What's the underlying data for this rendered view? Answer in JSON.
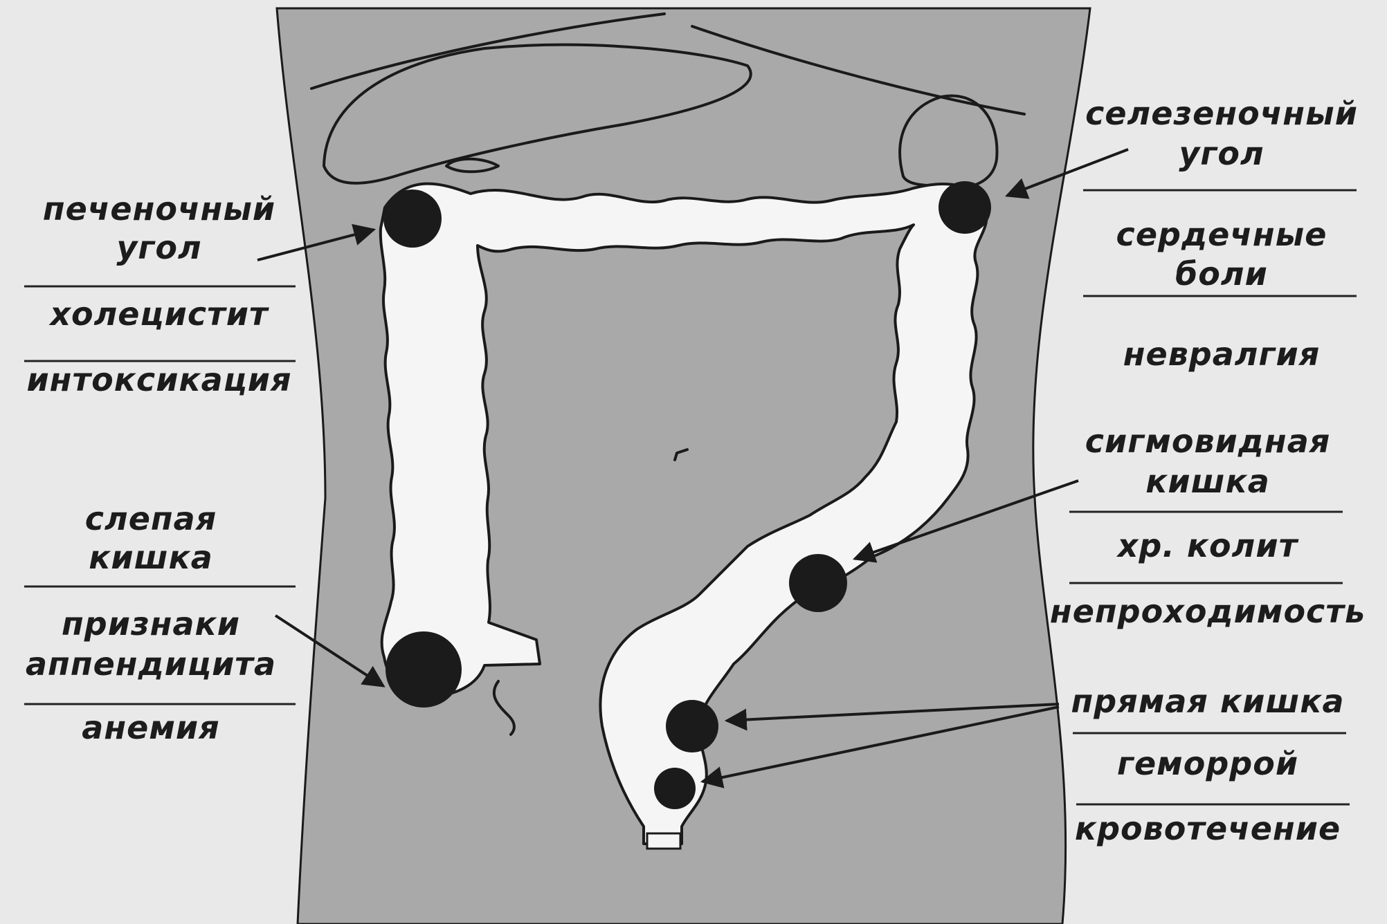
{
  "diagram": {
    "left_labels": {
      "hepatic_flexure": [
        "печеночный",
        "угол"
      ],
      "cholecystitis": "холецистит",
      "intoxication": "интоксикация",
      "cecum": [
        "слепая",
        "кишка"
      ],
      "appendicitis_signs": [
        "признаки",
        "аппендицита"
      ],
      "anemia": "анемия"
    },
    "right_labels": {
      "splenic_flexure": [
        "селезеночный",
        "угол"
      ],
      "heart_pain": [
        "сердечные",
        "боли"
      ],
      "neuralgia": "невралгия",
      "sigmoid_colon": [
        "сигмовидная",
        "кишка"
      ],
      "chronic_colitis": "хр. колит",
      "obstruction": "непроходимость",
      "rectum": "прямая кишка",
      "hemorrhoids": "геморрой",
      "bleeding": "кровотечение"
    },
    "colors": {
      "background": "#e9e9e9",
      "torso": "#a9a9a9",
      "colon": "#f5f5f5",
      "marks": "#1b1b1b"
    }
  }
}
